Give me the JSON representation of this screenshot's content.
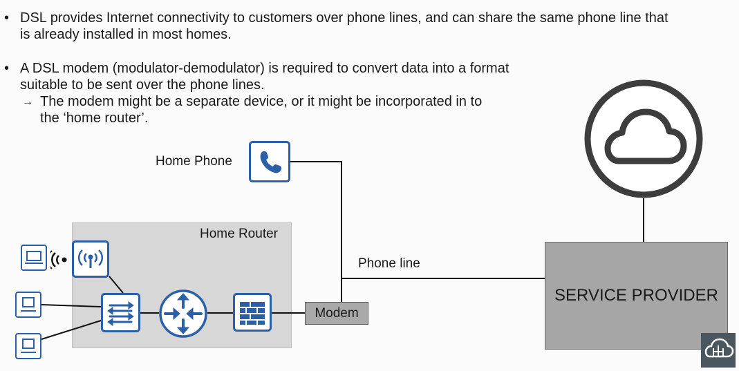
{
  "slide": {
    "bullets": [
      {
        "lines": [
          "DSL provides Internet connectivity to customers over phone lines, and can share the same phone line that",
          "is already installed in most homes."
        ]
      },
      {
        "lines": [
          "A DSL modem (modulator-demodulator) is required to convert data into a format",
          "suitable to be sent over the phone lines."
        ],
        "sub": {
          "arrow": "→",
          "lines": [
            "The modem might be a separate device, or it might be incorporated in to",
            "the ‘home router’."
          ]
        }
      }
    ],
    "bullet_char": "•"
  },
  "diagram": {
    "home_phone_label": "Home Phone",
    "home_router_label": "Home Router",
    "phone_line_label": "Phone line",
    "modem_label": "Modem",
    "service_provider_label": "SERVICE PROVIDER",
    "colors": {
      "icon_blue": "#2b5fa8",
      "router_bg": "#d7d7d7",
      "modem_bg": "#a9a9a9",
      "provider_bg": "#a6a6a6",
      "cloud_ring": "#3d3d3d",
      "logo_bg": "#4a5660"
    },
    "icons": [
      "phone-icon",
      "wireless-ap-icon",
      "laptop-icon",
      "wifi-signal-icon",
      "pc-icon",
      "switch-icon",
      "router-icon",
      "firewall-icon",
      "cloud-icon",
      "logo-icon"
    ]
  }
}
